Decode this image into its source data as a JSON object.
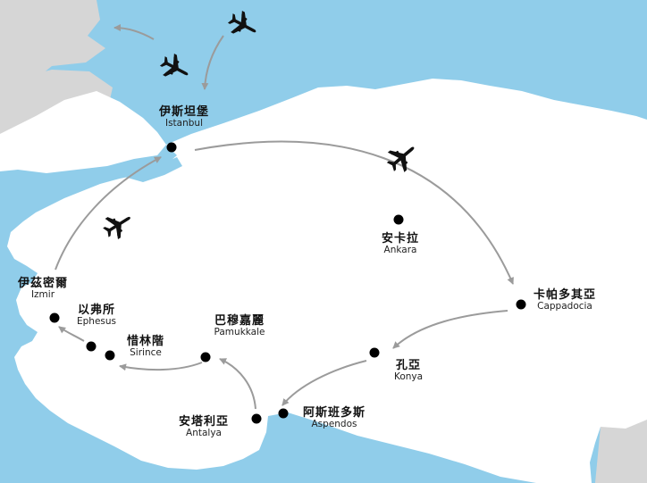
{
  "colors": {
    "sea": "#90cdea",
    "land_turkey": "#ffffff",
    "land_neighbors": "#d6d6d6",
    "route_arrow": "#9b9b9b",
    "city_dot": "#000000",
    "plane": "#111111"
  },
  "cities": [
    {
      "id": "istanbul",
      "zh": "伊斯坦堡",
      "en": "Istanbul"
    },
    {
      "id": "ankara",
      "zh": "安卡拉",
      "en": "Ankara"
    },
    {
      "id": "cappadocia",
      "zh": "卡帕多其亞",
      "en": "Cappadocia"
    },
    {
      "id": "konya",
      "zh": "孔亞",
      "en": "Konya"
    },
    {
      "id": "aspendos",
      "zh": "阿斯班多斯",
      "en": "Aspendos"
    },
    {
      "id": "antalya",
      "zh": "安塔利亞",
      "en": "Antalya"
    },
    {
      "id": "pamukkale",
      "zh": "巴穆嘉麗",
      "en": "Pamukkale"
    },
    {
      "id": "sirince",
      "zh": "惜林階",
      "en": "Sirince"
    },
    {
      "id": "ephesus",
      "zh": "以弗所",
      "en": "Ephesus"
    },
    {
      "id": "izmir",
      "zh": "伊茲密爾",
      "en": "Izmir"
    }
  ],
  "route": [
    "arrival-flight",
    "istanbul",
    "cappadocia",
    "konya",
    "aspendos",
    "antalya",
    "pamukkale",
    "sirince",
    "ephesus",
    "izmir",
    "istanbul",
    "departure-flight"
  ],
  "icons": [
    "airplane-icon"
  ]
}
